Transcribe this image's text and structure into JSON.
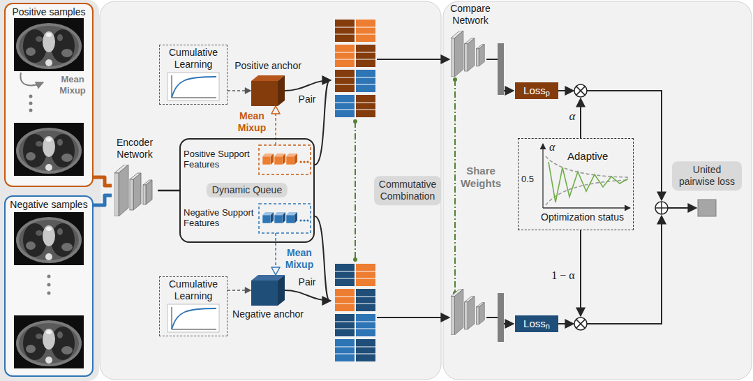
{
  "diagram": {
    "nodes": [
      {
        "text": [
          "Positive samples",
          "Mean Mixup"
        ]
      },
      {
        "text": [
          "Negative samples"
        ]
      },
      {
        "text": [
          "Encoder Network"
        ]
      },
      {
        "text": [
          "Cumulative Learning"
        ]
      },
      {
        "text": [
          "Positive anchor"
        ]
      },
      {
        "text": [
          "Dynamic Queue"
        ]
      },
      {
        "text": [
          "Positive Support Features"
        ],
        "in": 5
      },
      {
        "text": [
          "Negative Support Features"
        ],
        "in": 5
      },
      {
        "text": [
          "Cumulative Learning"
        ]
      },
      {
        "text": [
          "Negative anchor"
        ]
      },
      {
        "text": [
          "Commutative Combination"
        ]
      },
      {
        "text": [
          "Compare Network"
        ]
      },
      {
        "text": [
          "Loss",
          "p"
        ]
      },
      {
        "text": [
          "Adaptive",
          "α",
          "0.5",
          "Optimization status"
        ]
      },
      {
        "text": [
          "Loss",
          "n"
        ]
      },
      {
        "text": [
          "United pairwise loss"
        ]
      }
    ],
    "edges": [
      {
        "from": 0,
        "to": 2,
        "arrow": "none"
      },
      {
        "from": 1,
        "to": 2,
        "arrow": "none"
      },
      {
        "from": 2,
        "to": 5,
        "arrow": "none"
      },
      {
        "from": 3,
        "to": 4,
        "arrow": "to"
      },
      {
        "from": 6,
        "to": 4,
        "arrow": "to"
      },
      {
        "from": 8,
        "to": 9,
        "arrow": "to"
      },
      {
        "from": 7,
        "to": 9,
        "arrow": "to"
      }
    ],
    "labels": [
      "Mean Mixup",
      "Pair",
      "Mean Mixup",
      "Pair",
      "Share Weights",
      "α",
      "1 − α"
    ]
  }
}
